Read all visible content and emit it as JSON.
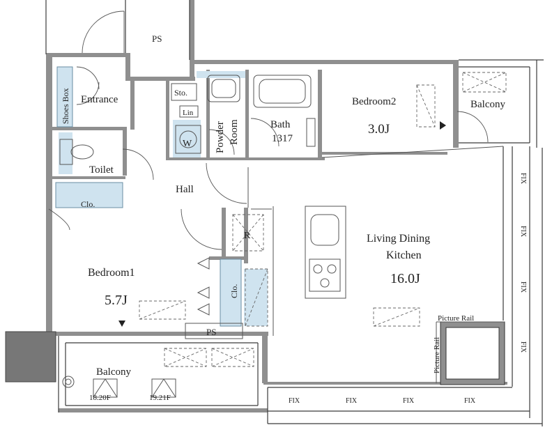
{
  "rooms": {
    "ps_top": "PS",
    "shoes_box": "Shoes Box",
    "entrance": "Entrance",
    "sto": "Sto.",
    "lin": "Lin",
    "w": "W",
    "powder_room_1": "Powder",
    "powder_room_2": "Room",
    "bath": "Bath",
    "bath_size": "1317",
    "bedroom2": "Bedroom2",
    "bedroom2_size": "3.0J",
    "balcony_top": "Balcony",
    "toilet": "Toilet",
    "hall": "Hall",
    "clo_left": "Clo.",
    "r": "R",
    "ldk_1": "Living Dining",
    "ldk_2": "Kitchen",
    "ldk_size": "16.0J",
    "bedroom1": "Bedroom1",
    "bedroom1_size": "5.7J",
    "clo_mid": "Clo.",
    "ps_bottom": "PS",
    "balcony_bottom": "Balcony",
    "floor_a": "18.20F",
    "floor_b": "19.21F",
    "picture_rail_h": "Picture Rail",
    "picture_rail_v": "Picture Rail"
  },
  "fix_labels": {
    "right": [
      "FIX",
      "FIX",
      "FIX",
      "FIX"
    ],
    "bottom": [
      "FIX",
      "FIX",
      "FIX",
      "FIX"
    ]
  },
  "colors": {
    "wall": "#8f8f8f",
    "storage_fill": "#cfe3ef",
    "unit_block": "#777777"
  }
}
